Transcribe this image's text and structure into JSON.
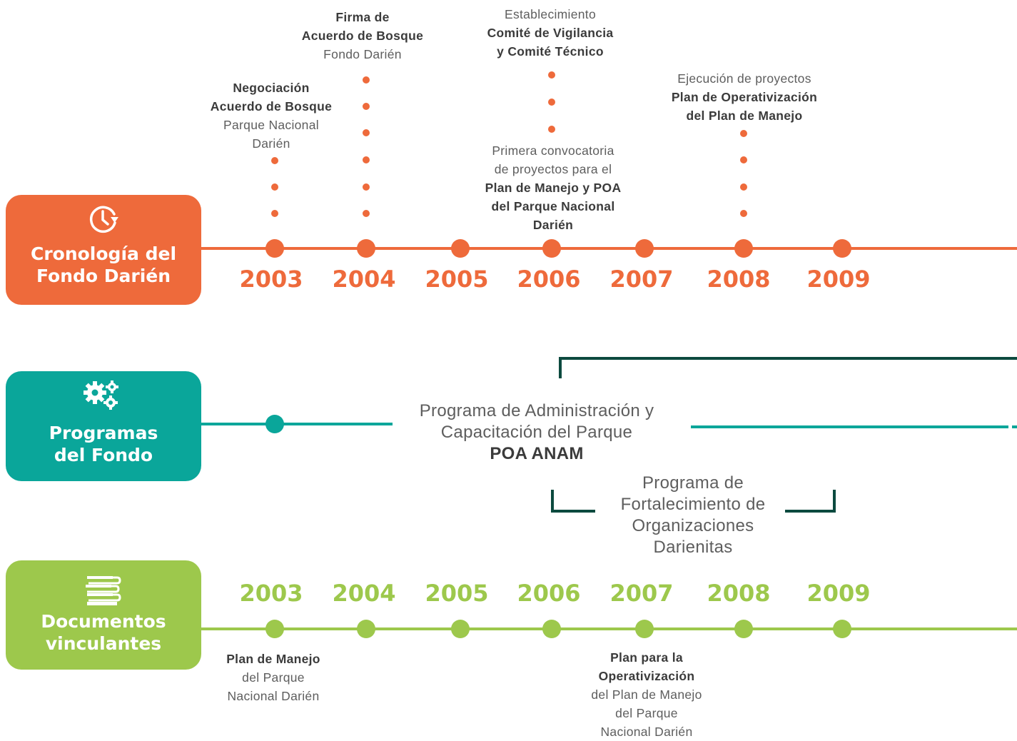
{
  "colors": {
    "orange": "#ee6a3b",
    "teal": "#0aa69a",
    "green": "#9dc84c",
    "dark_green": "#0c4a3f"
  },
  "badges": {
    "cronologia": {
      "title": "Cronología del\nFondo Darién",
      "icon": "clock-arrow-icon"
    },
    "programas": {
      "title": "Programas\ndel Fondo",
      "icon": "gears-icon"
    },
    "documentos": {
      "title": "Documentos\nvinculantes",
      "icon": "books-icon"
    }
  },
  "years": [
    "2003",
    "2004",
    "2005",
    "2006",
    "2007",
    "2008",
    "2009"
  ],
  "events_top": {
    "e2003": {
      "b1": "Negociación",
      "b2": "Acuerdo de Bosque",
      "n1": "Parque Nacional",
      "n2": "Darién"
    },
    "e2004": {
      "b1": "Firma de",
      "b2": "Acuerdo de Bosque",
      "n1": "Fondo Darién"
    },
    "e2006a": {
      "n1": "Establecimiento",
      "b1": "Comité de Vigilancia",
      "b2": "y Comité Técnico"
    },
    "e2006b": {
      "n1": "Primera convocatoria",
      "n2": "de proyectos para el",
      "b1": "Plan de Manejo y POA",
      "b2": "del Parque Nacional",
      "b3": "Darién"
    },
    "e2008": {
      "n1": "Ejecución de proyectos",
      "b1": "Plan de Operativización",
      "b2": "del Plan de Manejo"
    }
  },
  "programs": {
    "admin": {
      "n1": "Programa de Administración y",
      "n2": "Capacitación del Parque",
      "b1": "POA ANAM"
    },
    "fort": {
      "n1": "Programa de",
      "n2": "Fortalecimiento de",
      "n3": "Organizaciones",
      "n4": "Darienitas"
    }
  },
  "documents": {
    "d2003": {
      "b1": "Plan de Manejo",
      "n1": "del Parque",
      "n2": "Nacional Darién"
    },
    "d2007": {
      "b1": "Plan para la",
      "b2": "Operativización",
      "n1": "del Plan de Manejo",
      "n2": "del Parque",
      "n3": "Nacional Darién"
    }
  }
}
